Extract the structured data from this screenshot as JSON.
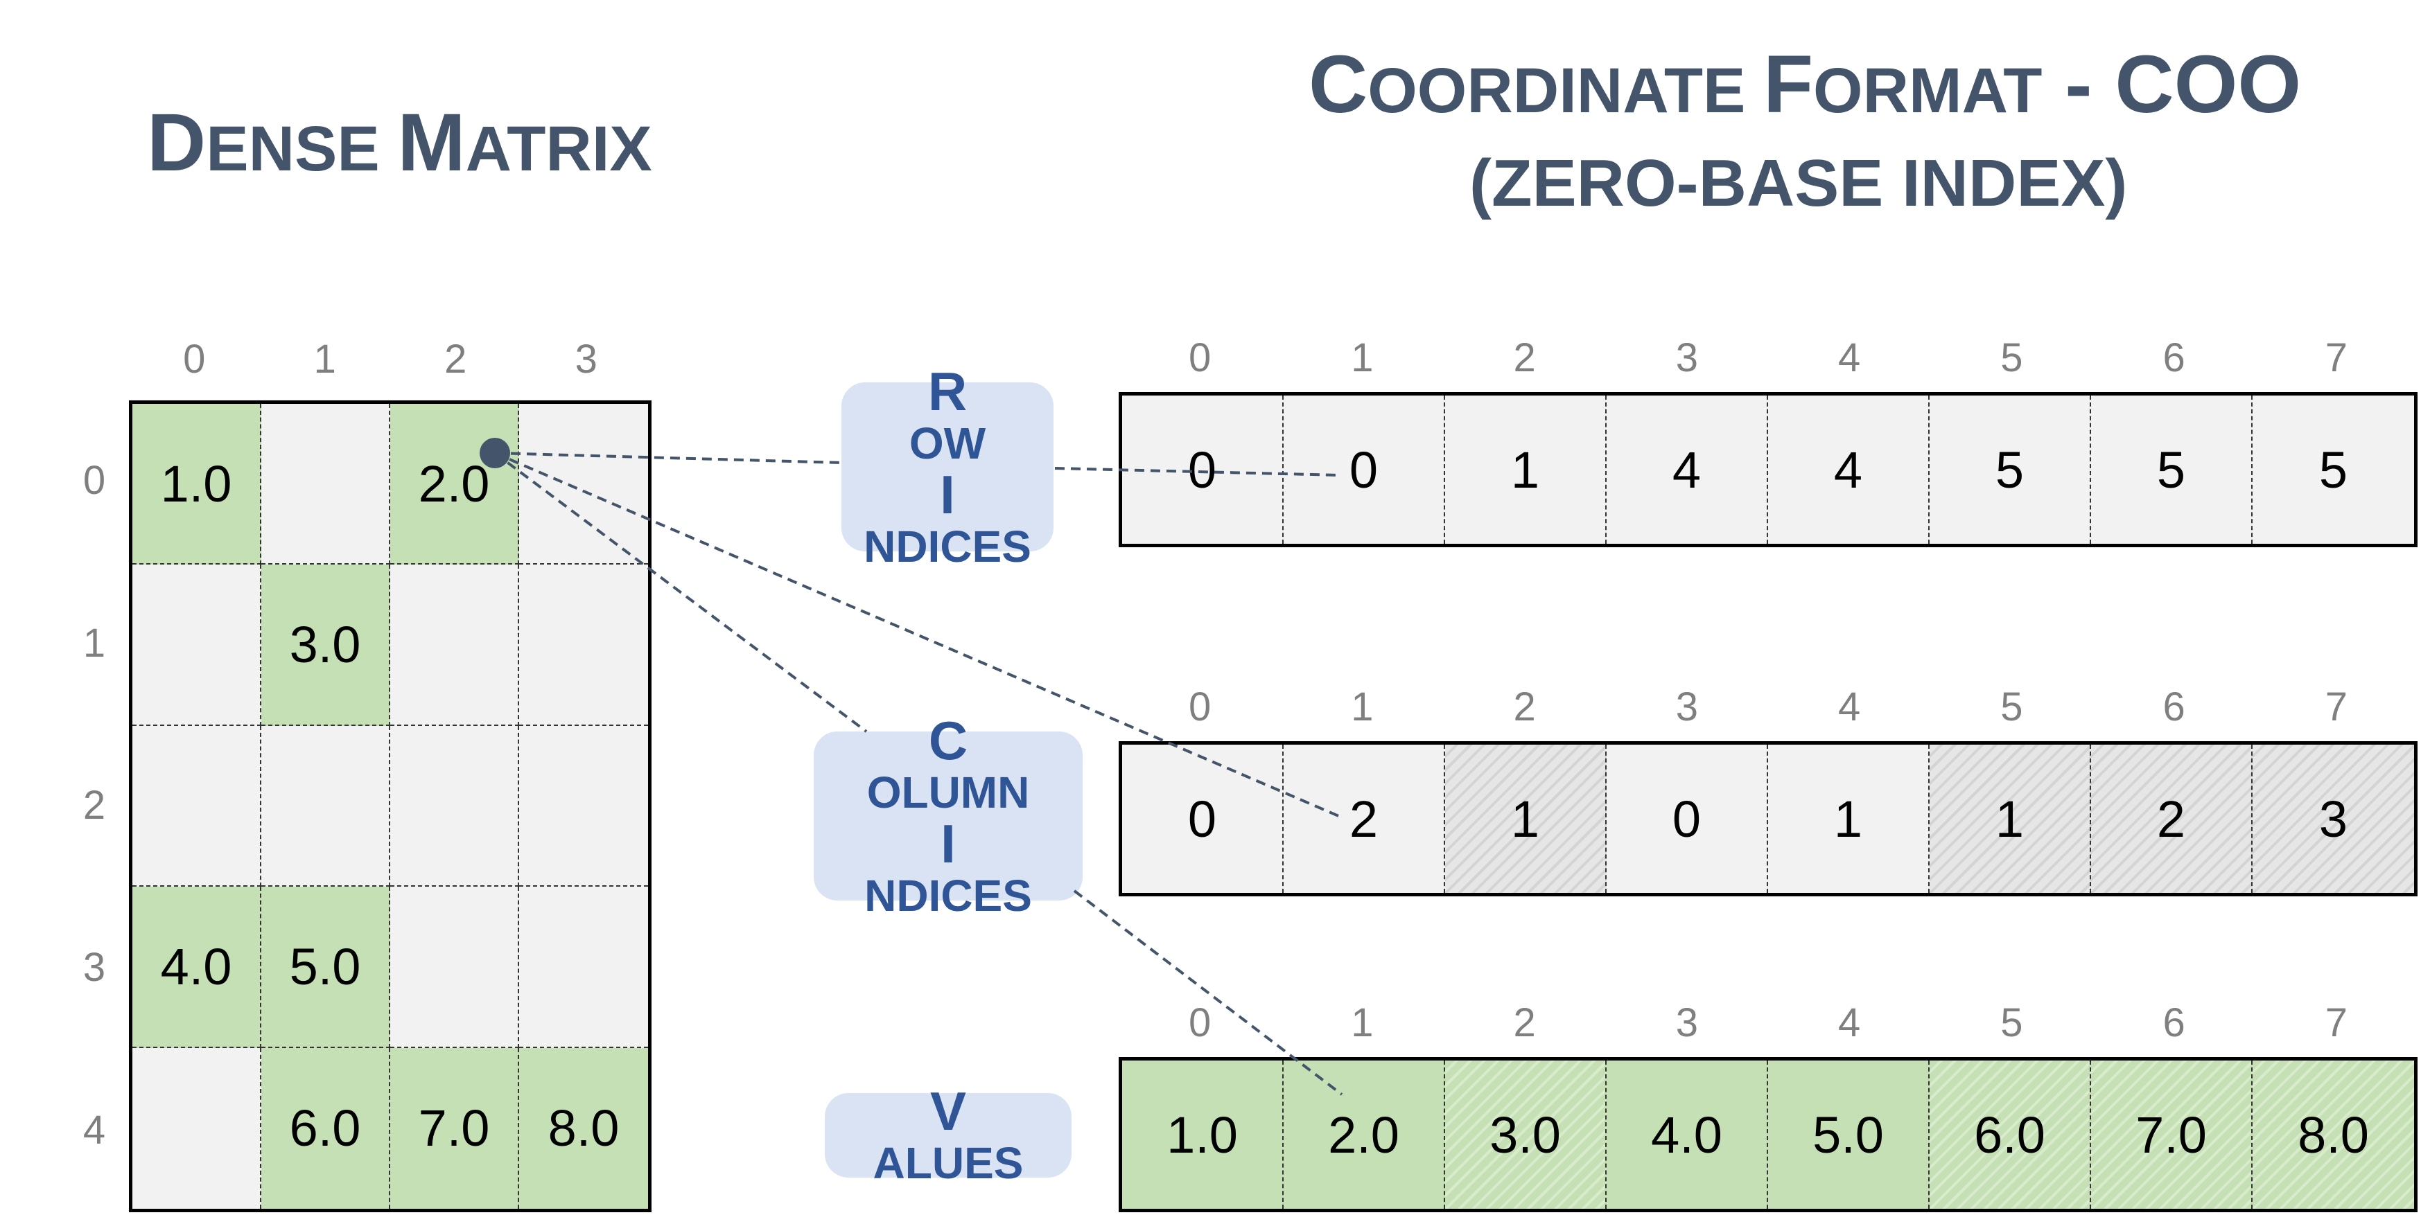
{
  "titles": {
    "dense": {
      "first": "D",
      "first_rest": "ense",
      "second": "M",
      "second_rest": "atrix"
    },
    "coo_line1": {
      "first": "C",
      "first_rest": "oordinate",
      "second": "F",
      "second_rest": "ormat",
      "tail": " - COO"
    },
    "coo_line2": "(zero-base index)"
  },
  "dense_matrix": {
    "col_headers": [
      "0",
      "1",
      "2",
      "3"
    ],
    "row_headers": [
      "0",
      "1",
      "2",
      "3",
      "4"
    ],
    "cells": [
      [
        "1.0",
        "",
        "2.0",
        ""
      ],
      [
        "",
        "3.0",
        "",
        ""
      ],
      [
        "",
        "",
        "",
        ""
      ],
      [
        "4.0",
        "5.0",
        "",
        ""
      ],
      [
        "",
        "6.0",
        "7.0",
        "8.0"
      ]
    ]
  },
  "labels": {
    "row_indices": {
      "w1_cap": "R",
      "w1_rest": "ow",
      "w2_cap": "I",
      "w2_rest": "ndices"
    },
    "column_indices": {
      "w1_cap": "C",
      "w1_rest": "olumn",
      "w2_cap": "I",
      "w2_rest": "ndices"
    },
    "values": {
      "w1_cap": "V",
      "w1_rest": "alues"
    }
  },
  "arrays": {
    "headers": [
      "0",
      "1",
      "2",
      "3",
      "4",
      "5",
      "6",
      "7"
    ],
    "row_indices": [
      "0",
      "0",
      "1",
      "4",
      "4",
      "5",
      "5",
      "5"
    ],
    "column_indices": [
      "0",
      "2",
      "1",
      "0",
      "1",
      "1",
      "2",
      "3"
    ],
    "values": [
      "1.0",
      "2.0",
      "3.0",
      "4.0",
      "5.0",
      "6.0",
      "7.0",
      "8.0"
    ]
  },
  "colors": {
    "nonzero_fill": "#c5e0b4",
    "empty_fill": "#f2f2f2",
    "label_bg": "#dae3f3",
    "label_text": "#2f5597",
    "title_text": "#44546a",
    "connector": "#44546a"
  }
}
